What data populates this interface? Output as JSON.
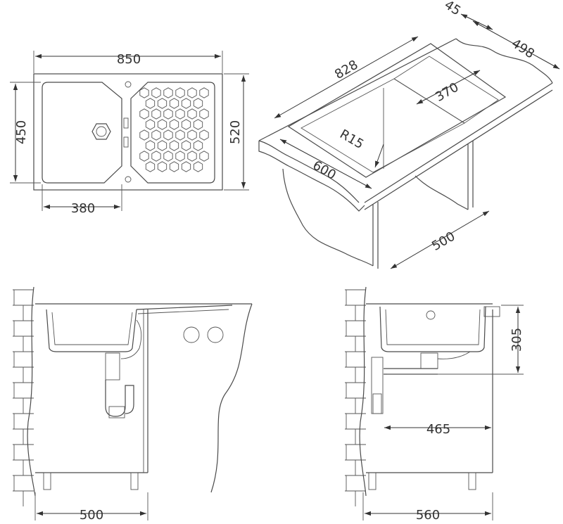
{
  "drawing": {
    "top_view": {
      "width": "850",
      "height_inner": "450",
      "height_outer": "520",
      "bowl_width": "380"
    },
    "iso_view": {
      "cabinet_min": "828",
      "edge_offset": "45",
      "depth": "498",
      "drainer_width": "370",
      "bowl_length": "600",
      "corner_radius": "R15",
      "cabinet_depth": "500"
    },
    "side_view_left": {
      "cabinet_width": "500"
    },
    "side_view_right": {
      "depth": "560",
      "drain_offset": "465",
      "height": "305"
    }
  }
}
